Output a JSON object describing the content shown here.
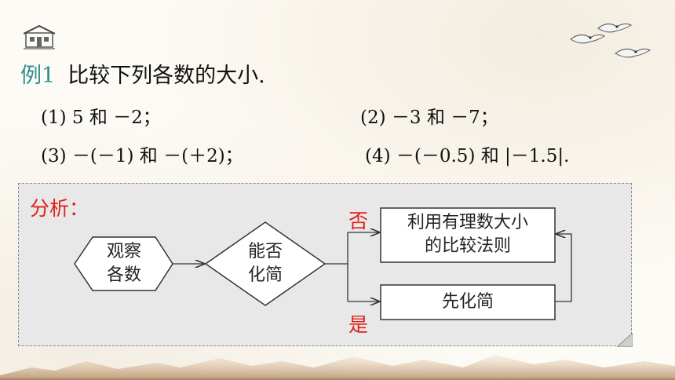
{
  "example": {
    "label": "例1",
    "title": "比较下列各数的大小.",
    "problems": [
      "(1) 5 和 －2；",
      "(2) －3 和 －7；",
      "(3) －(－1) 和 －(＋2)；",
      "(4) －(－0.5) 和 |－1.5|."
    ]
  },
  "analysis": {
    "label": "分析：",
    "start_node": [
      "观察",
      "各数"
    ],
    "decision_node": [
      "能否",
      "化简"
    ],
    "no_label": "否",
    "yes_label": "是",
    "no_box": [
      "利用有理数大小",
      "的比较法则"
    ],
    "yes_box": "先化简"
  },
  "colors": {
    "accent_teal": "#2d8f8d",
    "highlight_red": "#e0201b"
  }
}
